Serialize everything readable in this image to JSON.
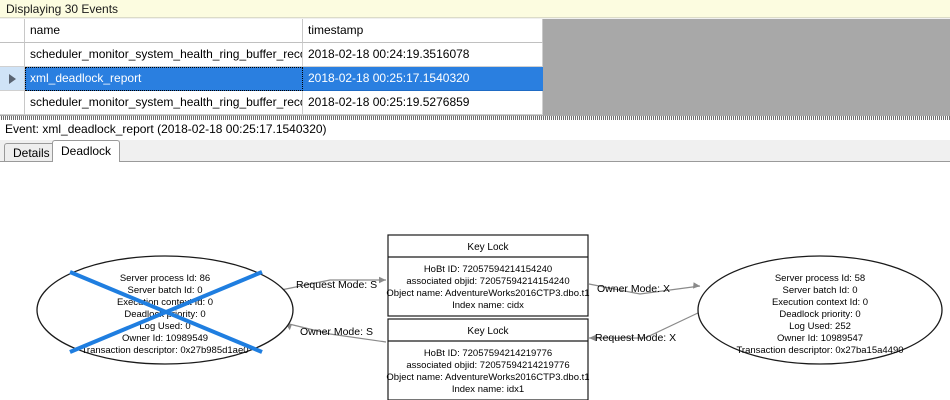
{
  "events_panel": {
    "caption": "Displaying 30 Events",
    "columns": [
      "name",
      "timestamp"
    ],
    "rows": [
      {
        "selected": false,
        "name": "scheduler_monitor_system_health_ring_buffer_recorded",
        "timestamp": "2018-02-18 00:24:19.3516078"
      },
      {
        "selected": true,
        "name": "xml_deadlock_report",
        "timestamp": "2018-02-18 00:25:17.1540320"
      },
      {
        "selected": false,
        "name": "scheduler_monitor_system_health_ring_buffer_recorded",
        "timestamp": "2018-02-18 00:25:19.5276859"
      }
    ]
  },
  "event_header": "Event: xml_deadlock_report (2018-02-18 00:25:17.1540320)",
  "tabs": [
    {
      "label": "Details",
      "active": false
    },
    {
      "label": "Deadlock",
      "active": true
    }
  ],
  "deadlock_graph": {
    "victim_process": {
      "is_victim": true,
      "lines": [
        "Server process Id: 86",
        "Server batch Id: 0",
        "Execution context Id: 0",
        "Deadlock priority: 0",
        "Log Used: 0",
        "Owner Id: 10989549",
        "Transaction descriptor: 0x27b985d1ae0"
      ]
    },
    "surviving_process": {
      "is_victim": false,
      "lines": [
        "Server process Id: 58",
        "Server batch Id: 0",
        "Execution context Id: 0",
        "Deadlock priority: 0",
        "Log Used: 252",
        "Owner Id: 10989547",
        "Transaction descriptor: 0x27ba15a4490"
      ]
    },
    "resources": [
      {
        "title": "Key Lock",
        "lines": [
          "HoBt ID: 72057594214154240",
          "associated objid: 72057594214154240",
          "Object name: AdventureWorks2016CTP3.dbo.t1",
          "Index name: cidx"
        ]
      },
      {
        "title": "Key Lock",
        "lines": [
          "HoBt ID: 72057594214219776",
          "associated objid: 72057594214219776",
          "Object name: AdventureWorks2016CTP3.dbo.t1",
          "Index name: idx1"
        ]
      }
    ],
    "edges": [
      {
        "label": "Request Mode: S"
      },
      {
        "label": "Owner Mode: X"
      },
      {
        "label": "Owner Mode: S"
      },
      {
        "label": "Request Mode: X"
      }
    ],
    "colors": {
      "victim_cross": "#1f7ee0",
      "node_stroke": "#1a1a1a",
      "edge_stroke": "#8a8a8a"
    }
  }
}
